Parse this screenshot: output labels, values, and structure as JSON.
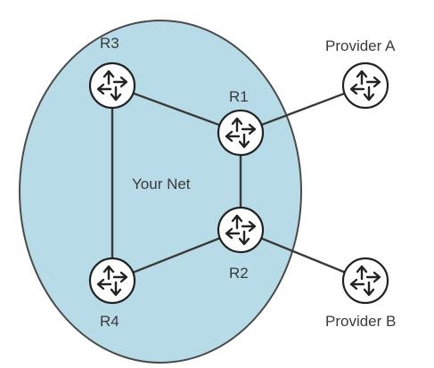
{
  "network": {
    "label": "Your Net",
    "fill": "#b7dce7",
    "stroke": "#4a4a4a"
  },
  "routers": {
    "r1": {
      "label": "R1",
      "icon": "router-icon"
    },
    "r2": {
      "label": "R2",
      "icon": "router-icon"
    },
    "r3": {
      "label": "R3",
      "icon": "router-icon"
    },
    "r4": {
      "label": "R4",
      "icon": "router-icon"
    },
    "provider_a": {
      "label": "Provider A",
      "icon": "router-icon"
    },
    "provider_b": {
      "label": "Provider B",
      "icon": "router-icon"
    }
  },
  "links": [
    [
      "r3",
      "r1"
    ],
    [
      "r1",
      "r2"
    ],
    [
      "r2",
      "r4"
    ],
    [
      "r3",
      "r4"
    ],
    [
      "r1",
      "provider_a"
    ],
    [
      "r2",
      "provider_b"
    ]
  ],
  "colors": {
    "link": "#3a3a3a",
    "router_fill": "#ffffff",
    "router_stroke": "#222222"
  }
}
